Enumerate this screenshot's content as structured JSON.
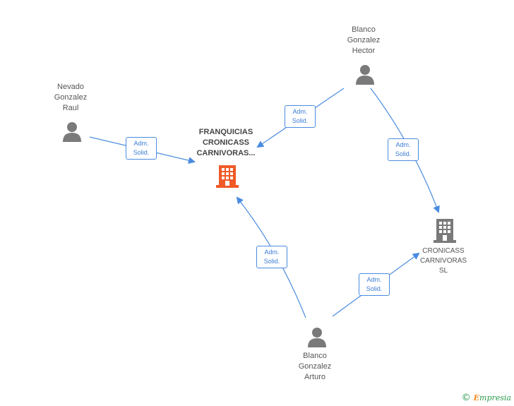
{
  "colors": {
    "edge": "#4a8be0",
    "person_icon": "#7a7a7a",
    "company_main": "#f05a28",
    "company_other": "#7a7a7a"
  },
  "nodes": {
    "main_company": {
      "label": "FRANQUICIAS\nCRONICASS\nCARNIVORAS...",
      "icon": "building-icon"
    },
    "other_company": {
      "label": "CRONICASS\nCARNIVORAS\nSL",
      "icon": "building-icon"
    },
    "person_hector": {
      "label": "Blanco\nGonzalez\nHector",
      "icon": "person-icon"
    },
    "person_raul": {
      "label": "Nevado\nGonzalez\nRaul",
      "icon": "person-icon"
    },
    "person_arturo": {
      "label": "Blanco\nGonzalez\nArturo",
      "icon": "person-icon"
    }
  },
  "edges": {
    "raul_to_main": "Adm.\nSolid.",
    "hector_to_main": "Adm.\nSolid.",
    "hector_to_other": "Adm.\nSolid.",
    "arturo_to_main": "Adm.\nSolid.",
    "arturo_to_other": "Adm.\nSolid."
  },
  "watermark": {
    "copyright": "©",
    "brand_first": "E",
    "brand_rest": "mpresia"
  }
}
